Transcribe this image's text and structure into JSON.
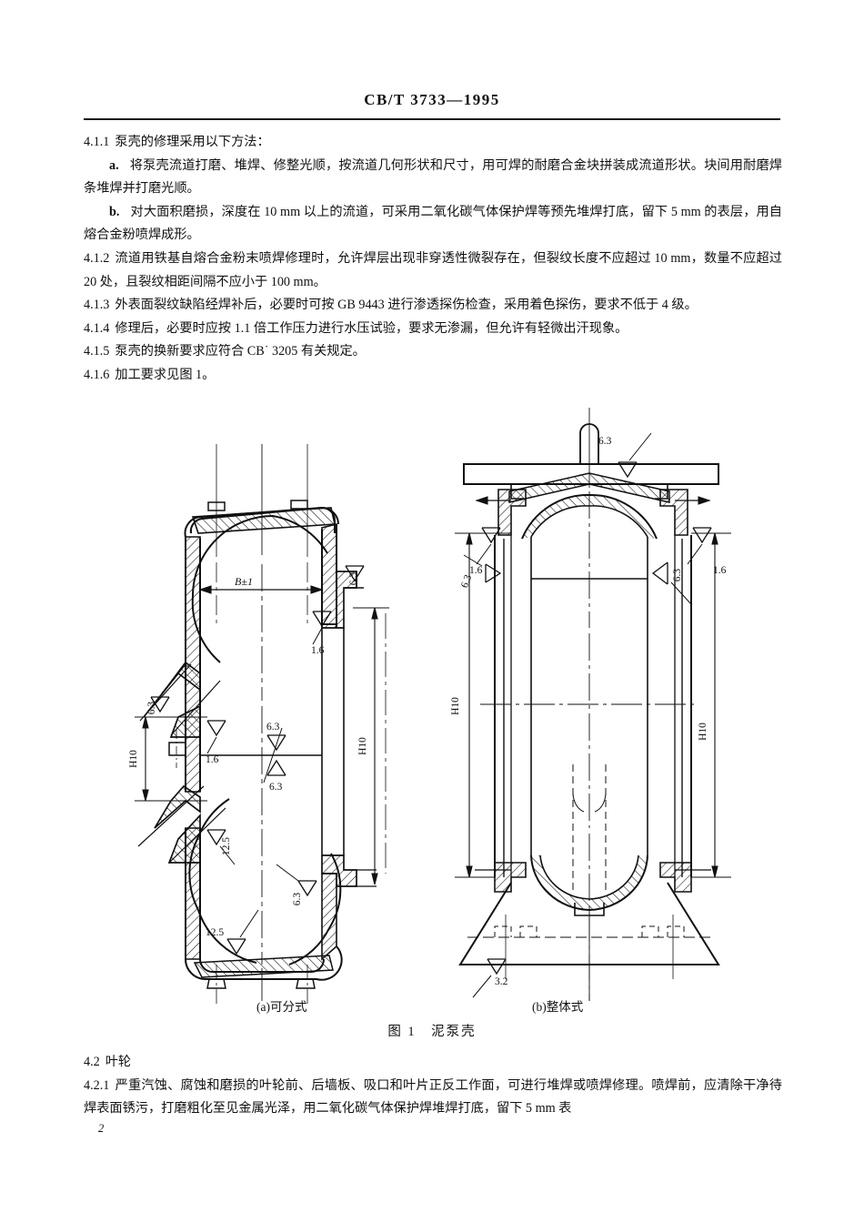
{
  "header": {
    "standard_code": "CB/T 3733—1995"
  },
  "body": {
    "paragraphs": [
      {
        "num": "4.1.1",
        "text": "泵壳的修理采用以下方法："
      },
      {
        "label": "a.",
        "text": "将泵壳流道打磨、堆焊、修整光顺，按流道几何形状和尺寸，用可焊的耐磨合金块拼装成流道形状。块间用耐磨焊条堆焊并打磨光顺。"
      },
      {
        "label": "b.",
        "text": "对大面积磨损，深度在 10 mm 以上的流道，可采用二氧化碳气体保护焊等预先堆焊打底，留下 5 mm 的表层，用自熔合金粉喷焊成形。"
      },
      {
        "num": "4.1.2",
        "text": "流道用铁基自熔合金粉末喷焊修理时，允许焊层出现非穿透性微裂存在，但裂纹长度不应超过 10 mm，数量不应超过 20 处，且裂纹相距间隔不应小于 100 mm。"
      },
      {
        "num": "4.1.3",
        "text": "外表面裂纹缺陷经焊补后，必要时可按 GB 9443 进行渗透探伤检查，采用着色探伤，要求不低于 4 级。"
      },
      {
        "num": "4.1.4",
        "text": "修理后，必要时应按 1.1 倍工作压力进行水压试验，要求无渗漏，但允许有轻微出汗现象。"
      },
      {
        "num": "4.1.5",
        "text": "泵壳的换新要求应符合 CB˙ 3205 有关规定。"
      },
      {
        "num": "4.1.6",
        "text": "加工要求见图 1。"
      }
    ]
  },
  "figure": {
    "caption_a": "(a)可分式",
    "caption_b": "(b)整体式",
    "title": "图 1　泥泵壳",
    "labels_a": {
      "b_dim": "B±1",
      "h10_left": "H10",
      "h10_right": "H10",
      "r1_6_top": "1.6",
      "r1_6_mid": "1.6",
      "r6_3_left": "6.3",
      "r6_3_right_top": "6.3",
      "r6_3_center_up": "6.3",
      "r6_3_center_down": "6.3",
      "r6_3_lower_right": "6.3",
      "r12_5_mid": "12.5",
      "r12_5_bottom": "12.5"
    },
    "labels_b": {
      "h10_left": "H10",
      "h10_right": "H10",
      "r6_3_top": "6.3",
      "r1_6_left": "1.6",
      "r1_6_right": "1.6",
      "r6_3_left": "6.3",
      "r6_3_right": "6.3",
      "r3_2_bottom": "3.2"
    }
  },
  "body2": {
    "paragraphs": [
      {
        "num": "4.2",
        "text": "叶轮"
      },
      {
        "num": "4.2.1",
        "text": "严重汽蚀、腐蚀和磨损的叶轮前、后墙板、吸口和叶片正反工作面，可进行堆焊或喷焊修理。喷焊前，应清除干净待焊表面锈污，打磨粗化至见金属光泽，用二氧化碳气体保护焊堆焊打底，留下 5 mm 表"
      }
    ]
  },
  "footer": {
    "page_number": "2"
  },
  "colors": {
    "ink": "#111111",
    "paper": "#ffffff"
  }
}
